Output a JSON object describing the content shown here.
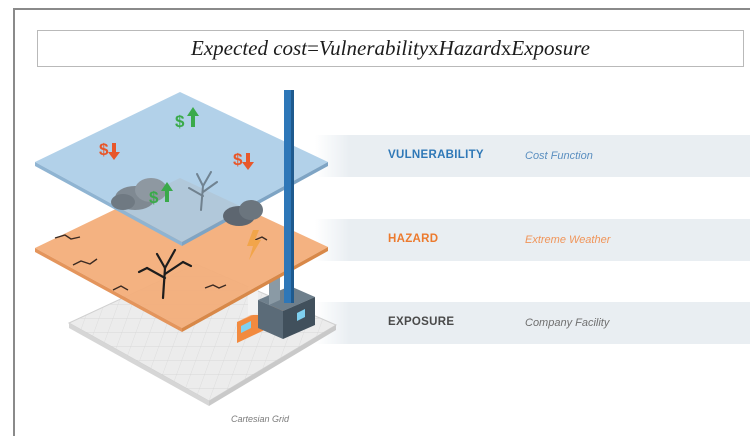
{
  "formula": {
    "lhs": "Expected cost",
    "eq": " = ",
    "term1": "Vulnerability",
    "op1": " x ",
    "term2": "Hazard",
    "op2": " x ",
    "term3": "Exposure"
  },
  "layers": [
    {
      "label": "VULNERABILITY",
      "sub": "Cost Function",
      "color": "#2f78b7",
      "sub_color": "#5b8fc0"
    },
    {
      "label": "HAZARD",
      "sub": "Extreme Weather",
      "color": "#ec7a2e",
      "sub_color": "#f0955a"
    },
    {
      "label": "EXPOSURE",
      "sub": "Company Facility",
      "color": "#4a4a4a",
      "sub_color": "#6f6f6f"
    }
  ],
  "grid_caption": "Cartesian Grid",
  "colors": {
    "vulnerability_plane": "#a9cce6",
    "hazard_plane": "#f2ad78",
    "exposure_plane": "#e9e9e9",
    "pole": "#2e77b8",
    "arrow_up": "#3aaa4a",
    "arrow_down": "#e8572a"
  }
}
